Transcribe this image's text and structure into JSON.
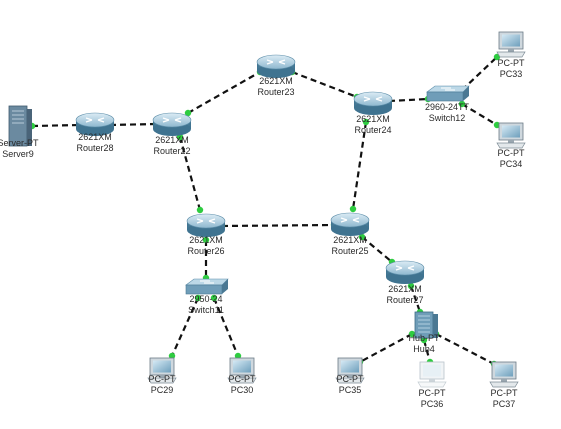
{
  "colors": {
    "link": "#111111",
    "port": "#2ecc40",
    "router_top": "#b9d6e6",
    "router_side": "#6f9db8",
    "switch_body": "#7aa7c0",
    "pc_screen": "#9fc4d9"
  },
  "devices": {
    "server9": {
      "model": "Server-PT",
      "name": "Server9",
      "icon": "server-icon"
    },
    "router28": {
      "model": "2621XM",
      "name": "Router28",
      "icon": "router-icon"
    },
    "router22": {
      "model": "2621XM",
      "name": "Router22",
      "icon": "router-icon"
    },
    "router23": {
      "model": "2621XM",
      "name": "Router23",
      "icon": "router-icon"
    },
    "router24": {
      "model": "2621XM",
      "name": "Router24",
      "icon": "router-icon"
    },
    "switch12": {
      "model": "2960-24TT",
      "name": "Switch12",
      "icon": "switch-icon"
    },
    "pc33": {
      "model": "PC-PT",
      "name": "PC33",
      "icon": "pc-icon"
    },
    "pc34": {
      "model": "PC-PT",
      "name": "PC34",
      "icon": "pc-icon"
    },
    "router26": {
      "model": "2621XM",
      "name": "Router26",
      "icon": "router-icon"
    },
    "router25": {
      "model": "2621XM",
      "name": "Router25",
      "icon": "router-icon"
    },
    "router27": {
      "model": "2621XM",
      "name": "Router27",
      "icon": "router-icon"
    },
    "switch11": {
      "model": "2950-24",
      "name": "Switch11",
      "icon": "switch-icon"
    },
    "hub4": {
      "model": "Hub-PT",
      "name": "Hub4",
      "icon": "hub-icon"
    },
    "pc29": {
      "model": "PC-PT",
      "name": "PC29",
      "icon": "pc-icon"
    },
    "pc30": {
      "model": "PC-PT",
      "name": "PC30",
      "icon": "pc-icon"
    },
    "pc35": {
      "model": "PC-PT",
      "name": "PC35",
      "icon": "pc-icon"
    },
    "pc36": {
      "model": "PC-PT",
      "name": "PC36",
      "icon": "pc-icon"
    },
    "pc37": {
      "model": "PC-PT",
      "name": "PC37",
      "icon": "pc-icon"
    }
  }
}
